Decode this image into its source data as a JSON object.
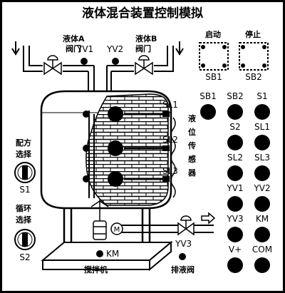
{
  "title": "液体混合装置控制模拟",
  "valves": {
    "a_label": "液体A",
    "a_sub": "阀门",
    "b_label": "液体B",
    "b_sub": "阀门",
    "yv1": "YV1",
    "yv2": "YV2",
    "yv3": "YV3",
    "drain_label": "排液阀"
  },
  "sensors": {
    "sl1": "SL1",
    "sl2": "SL2",
    "sl3": "SL3",
    "caption": "液位传感器"
  },
  "buttons": {
    "start_label": "启动",
    "stop_label": "停止",
    "sb1": "SB1",
    "sb2": "SB2"
  },
  "switches": {
    "recipe_label": "配方选择",
    "recipe_id": "S1",
    "cycle_label": "循环选择",
    "cycle_id": "S2"
  },
  "mixer": {
    "motor_glyph": "M",
    "km": "KM",
    "label": "搅拌机"
  },
  "terminals": [
    "SB1",
    "SB2",
    "S1",
    "S2",
    "SL1",
    "SL2",
    "SL3",
    "YV1",
    "YV2",
    "YV3",
    "KM",
    "V+",
    "COM"
  ]
}
